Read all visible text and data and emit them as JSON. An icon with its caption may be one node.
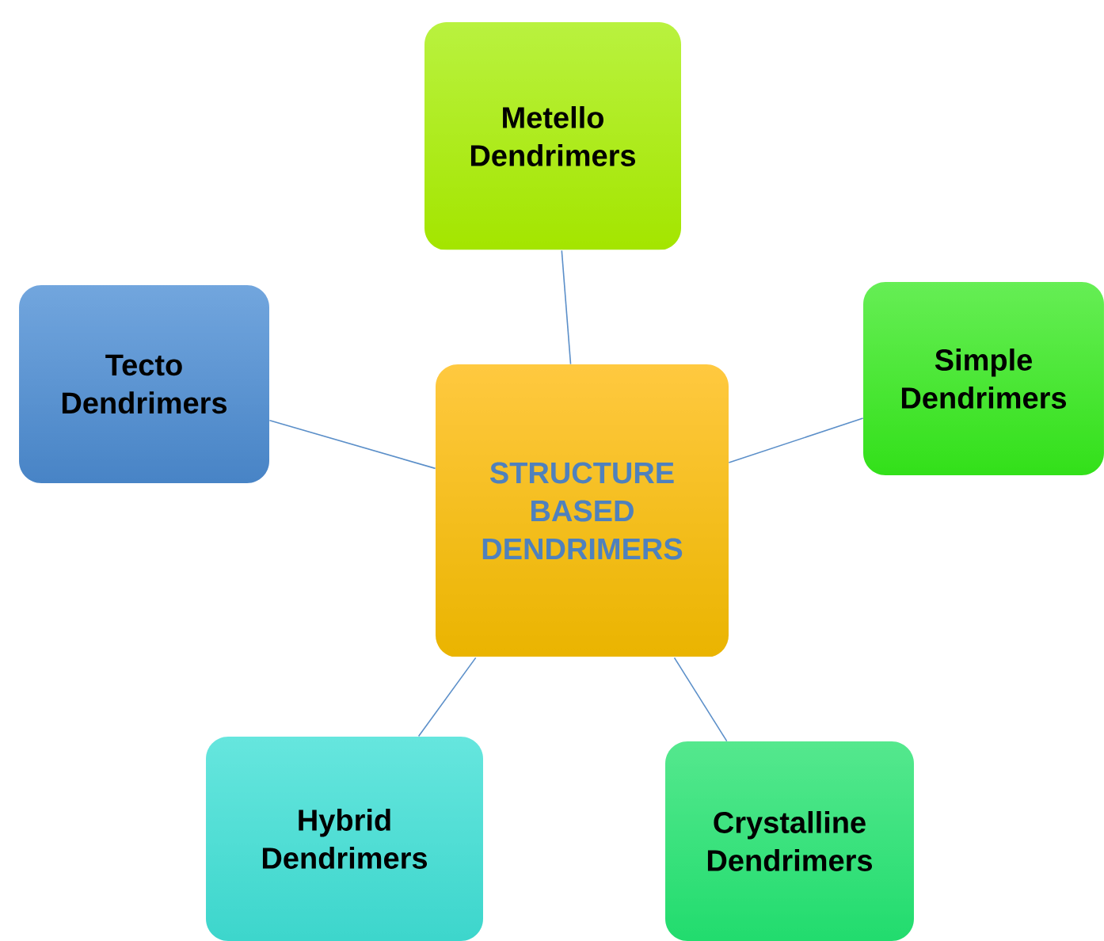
{
  "diagram": {
    "nodes": [
      {
        "text": [
          "Metello Dendrimers"
        ]
      },
      {
        "text": [
          "Tecto Dendrimers"
        ]
      },
      {
        "text": [
          "Simple Dendrimers"
        ]
      },
      {
        "text": [
          "STRUCTURE BASED DENDRIMERS"
        ]
      },
      {
        "text": [
          "Hybrid Dendrimers"
        ]
      },
      {
        "text": [
          "Crystalline Dendrimers"
        ]
      }
    ],
    "edges": [
      {
        "from": 3,
        "to": 0,
        "arrow": "none"
      },
      {
        "from": 3,
        "to": 1,
        "arrow": "none"
      },
      {
        "from": 3,
        "to": 2,
        "arrow": "none"
      },
      {
        "from": 3,
        "to": 4,
        "arrow": "none"
      },
      {
        "from": 3,
        "to": 5,
        "arrow": "none"
      }
    ]
  }
}
